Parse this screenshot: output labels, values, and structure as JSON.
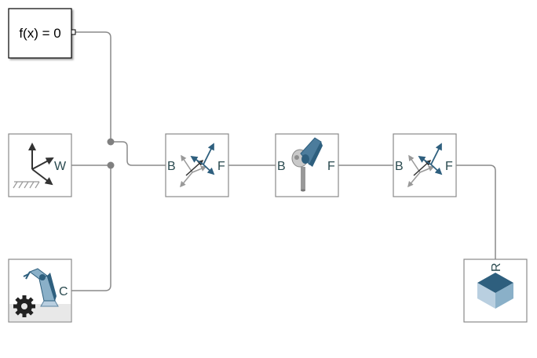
{
  "blocks": {
    "solver": {
      "text": "f(x) = 0"
    },
    "world": {
      "port_label": "W"
    },
    "config": {
      "port_label": "C"
    },
    "transform1": {
      "port_b": "B",
      "port_f": "F"
    },
    "revolute": {
      "port_b": "B",
      "port_f": "F"
    },
    "transform2": {
      "port_b": "B",
      "port_f": "F"
    },
    "solid": {
      "port_label": "R"
    }
  },
  "colors": {
    "accent": "#2e5f7e",
    "accent_light": "#8ab0c8",
    "wire": "#8a8a8a",
    "port_text": "#2a4a4f"
  },
  "icons": [
    "axes-icon",
    "ground-icon",
    "gear-icon",
    "robot-arm-icon",
    "frame-transform-icon",
    "revolute-joint-icon",
    "solid-cube-icon"
  ]
}
